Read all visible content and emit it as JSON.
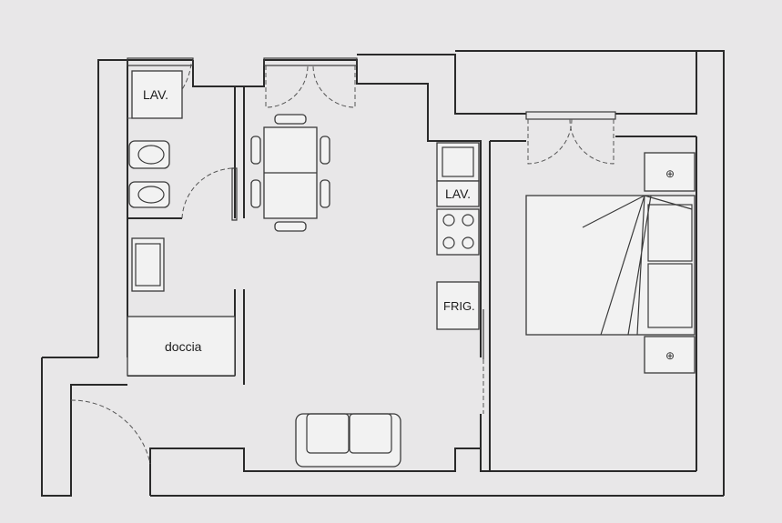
{
  "labels": {
    "bath_washbasin": "LAV.",
    "shower": "doccia",
    "kitchen_sink": "LAV.",
    "fridge": "FRIG."
  }
}
